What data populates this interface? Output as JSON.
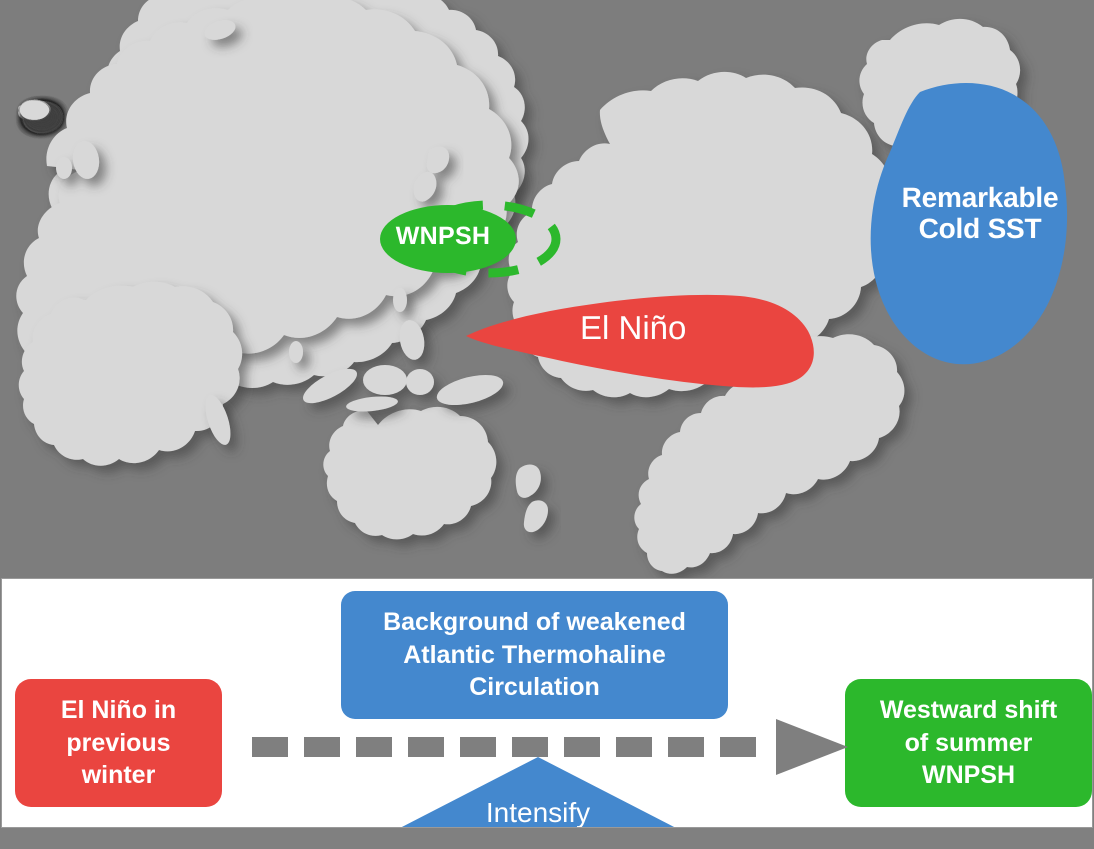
{
  "colors": {
    "ocean": "#7d7d7d",
    "land": "#d8d8d8",
    "red": "#ea4540",
    "blue": "#4488ce",
    "green": "#2cb82c",
    "arrow_gray": "#7f7f7f",
    "panel_background": "#ffffff",
    "panel_border": "#9a9a9a",
    "label_text": "#ffffff"
  },
  "map": {
    "labels": {
      "cold_sst": "Remarkable\nCold SST",
      "el_nino": "El Niño",
      "wnpsh": "WNPSH"
    },
    "regions": [
      {
        "name": "remarkable-cold-sst-region",
        "color": "#4488ce",
        "shape": "blob",
        "location": "North Atlantic off eastern North America"
      },
      {
        "name": "el-nino-region",
        "color": "#ea4540",
        "shape": "tapering-tongue",
        "location": "Equatorial central-eastern Pacific"
      },
      {
        "name": "wnpsh-region",
        "color": "#2cb82c",
        "shape": "ellipse",
        "location": "Western North Pacific near East Asia"
      },
      {
        "name": "wnpsh-shifted-region",
        "color": "#2cb82c",
        "shape": "dashed-ellipse",
        "location": "East of the solid WNPSH ellipse"
      }
    ]
  },
  "flow": {
    "boxes": [
      {
        "id": "el-nino-winter",
        "label": "El Niño in\nprevious\nwinter",
        "color": "#ea4540"
      },
      {
        "id": "amoc",
        "label": "Background of weakened\nAtlantic Thermohaline\nCirculation",
        "color": "#4488ce"
      },
      {
        "id": "westward-shift",
        "label": "Westward shift\nof summer\nWNPSH",
        "color": "#2cb82c"
      }
    ],
    "arrow": {
      "style": "dashed",
      "color": "#7f7f7f",
      "direction": "left-to-right",
      "dash_count": 10
    },
    "intensify": {
      "label": "Intensify",
      "color": "#4488ce",
      "shape": "triangle-up"
    }
  }
}
